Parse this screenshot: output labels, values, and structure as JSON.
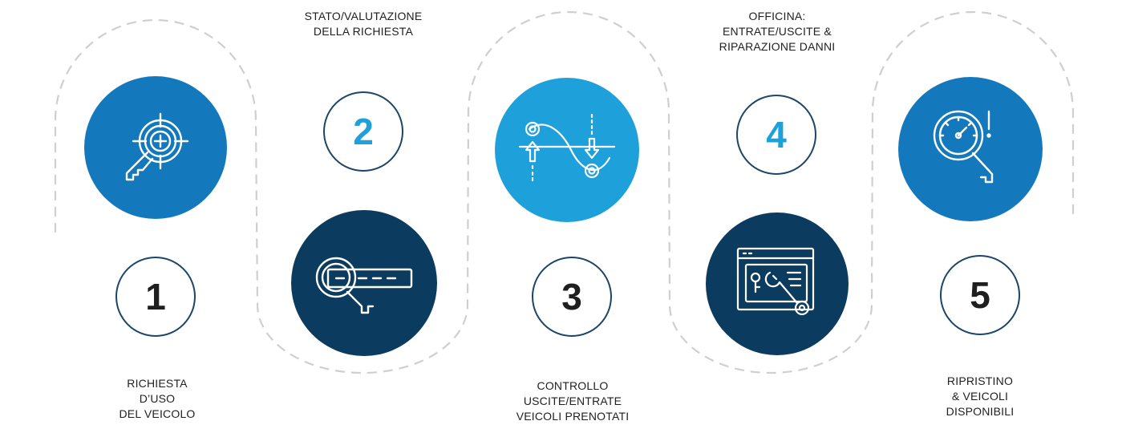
{
  "colors": {
    "mid_blue": "#1478bd",
    "light_blue": "#1ea0db",
    "navy": "#0b3b5e",
    "circle_border": "#1c4568",
    "dash": "#cfcfcf",
    "text_dark": "#1f1f1f"
  },
  "steps": [
    {
      "number": "1",
      "number_color": "#1f1f1f",
      "label": "RICHIESTA\nD’USO\nDEL VEICOLO",
      "icon": "target-key-icon",
      "icon_color": "#1478bd"
    },
    {
      "number": "2",
      "number_color": "#1ea0db",
      "label": "STATO/VALUTAZIONE\nDELLA RICHIESTA",
      "icon": "key-search-icon",
      "icon_color": "#0b3b5e"
    },
    {
      "number": "3",
      "number_color": "#1f1f1f",
      "label": "CONTROLLO\nUSCITE/ENTRATE\nVEICOLI PRENOTATI",
      "icon": "in-out-wave-icon",
      "icon_color": "#1ea0db"
    },
    {
      "number": "4",
      "number_color": "#1ea0db",
      "label": "OFFICINA:\nENTRATE/USCITE &\nRIPARAZIONE DANNI",
      "icon": "browser-wrench-icon",
      "icon_color": "#0b3b5e"
    },
    {
      "number": "5",
      "number_color": "#1f1f1f",
      "label": "RIPRISTINO\n& VEICOLI\nDISPONIBILI",
      "icon": "gauge-key-alert-icon",
      "icon_color": "#1478bd"
    }
  ]
}
